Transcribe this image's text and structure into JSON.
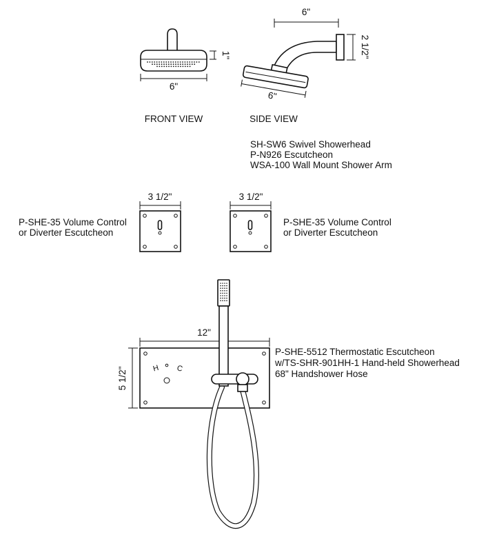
{
  "shower_head_section": {
    "front_view": {
      "caption": "FRONT VIEW",
      "width_dim": "6\"",
      "height_dim": "1\""
    },
    "side_view": {
      "caption": "SIDE VIEW",
      "arm_reach_dim": "6\"",
      "head_dim": "6\"",
      "drop_dim": "2 1/2\""
    },
    "parts_list": [
      "SH-SW6 Swivel Showerhead",
      "P-N926 Escutcheon",
      "WSA-100 Wall Mount Shower Arm"
    ]
  },
  "volume_controls": {
    "left": {
      "width_dim": "3 1/2\"",
      "label_lines": [
        "P-SHE-35 Volume Control",
        "or Diverter Escutcheon"
      ]
    },
    "right": {
      "width_dim": "3 1/2\"",
      "label_lines": [
        "P-SHE-35 Volume Control",
        "or Diverter Escutcheon"
      ]
    }
  },
  "thermostatic_section": {
    "width_dim": "12\"",
    "height_dim": "5 1/2\"",
    "hot_mark": "H",
    "cold_mark": "C",
    "label_lines": [
      "P-SHE-5512 Thermostatic Escutcheon",
      "w/TS-SHR-901HH-1 Hand-held Showerhead",
      "68\" Handshower Hose"
    ]
  }
}
